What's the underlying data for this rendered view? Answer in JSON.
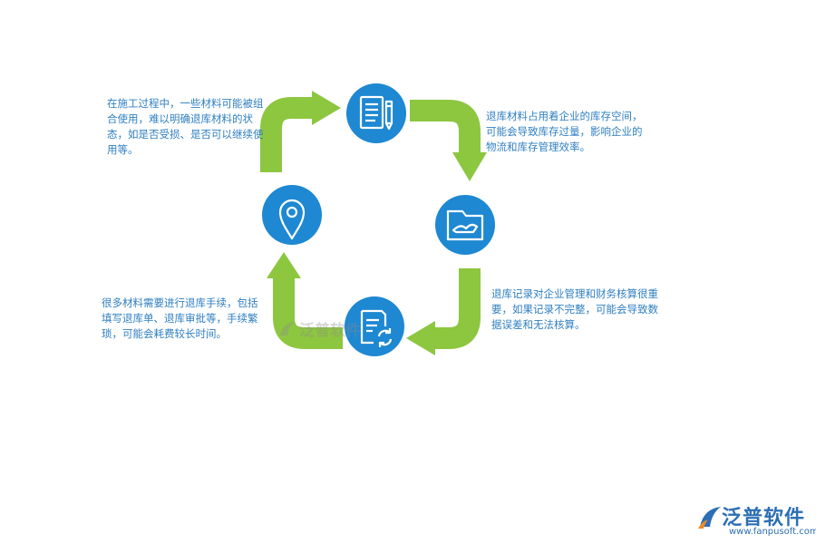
{
  "notes": {
    "top_left": "在施工过程中，一些材料可能被组合使用，难以明确退库材料的状态，如是否受损、是否可以继续使用等。",
    "top_right": "退库材料占用着企业的库存空间，可能会导致库存过量，影响企业的物流和库存管理效率。",
    "bottom_right": "退库记录对企业管理和财务核算很重要，如果记录不完整，可能会导致数据误差和无法核算。",
    "bottom_left": "很多材料需要进行退库手续，包括填写退库单、退库审批等，手续繁琐，可能会耗费较长时间。"
  },
  "nodes": {
    "top": "document-pencil-icon",
    "right": "folder-icon",
    "bottom": "document-refresh-icon",
    "left": "location-pin-icon"
  },
  "colors": {
    "node": "#1e88d2",
    "arrow": "#8dc63f",
    "note_text": "#2f7fc1",
    "brand": "#2c6fb4",
    "logo_accent": "#f08a24"
  },
  "watermark": "泛普软件",
  "logo": {
    "name": "泛普软件",
    "url": "www.fanpusoft.com"
  }
}
